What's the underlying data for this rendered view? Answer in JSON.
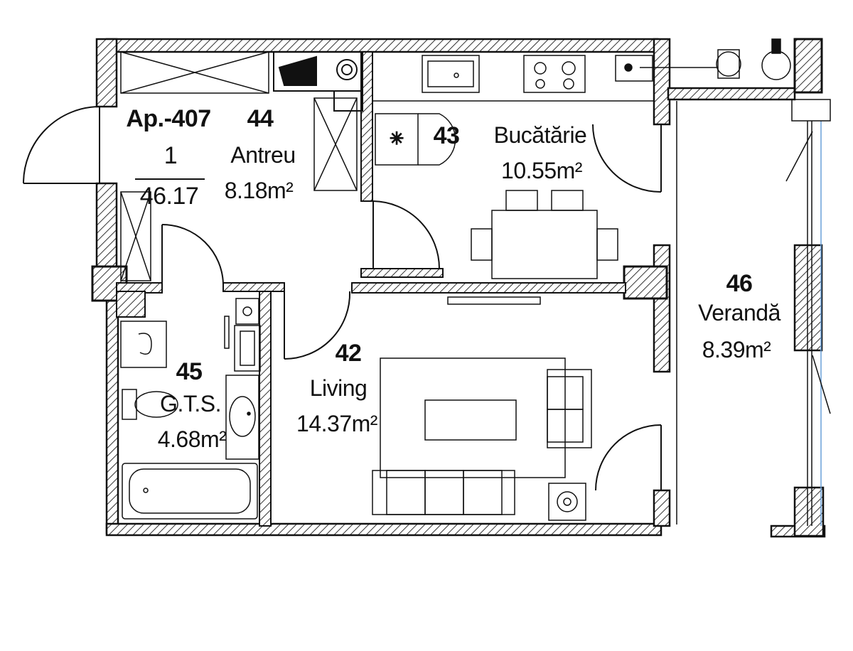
{
  "apartment": {
    "code": "Ap.-407",
    "rooms": "1",
    "total_area": "46.17"
  },
  "rooms": [
    {
      "id": "antreu",
      "number": "44",
      "name": "Antreu",
      "area": "8.18m²"
    },
    {
      "id": "bucatarie",
      "number": "43",
      "name": "Bucătărie",
      "area": "10.55m²"
    },
    {
      "id": "living",
      "number": "42",
      "name": "Living",
      "area": "14.37m²"
    },
    {
      "id": "gts",
      "number": "45",
      "name": "G.T.S.",
      "area": "4.68m²"
    },
    {
      "id": "veranda",
      "number": "46",
      "name": "Verandă",
      "area": "8.39m²"
    }
  ],
  "colors": {
    "wall": "#111111",
    "hatch": "#555555",
    "background": "#ffffff"
  }
}
